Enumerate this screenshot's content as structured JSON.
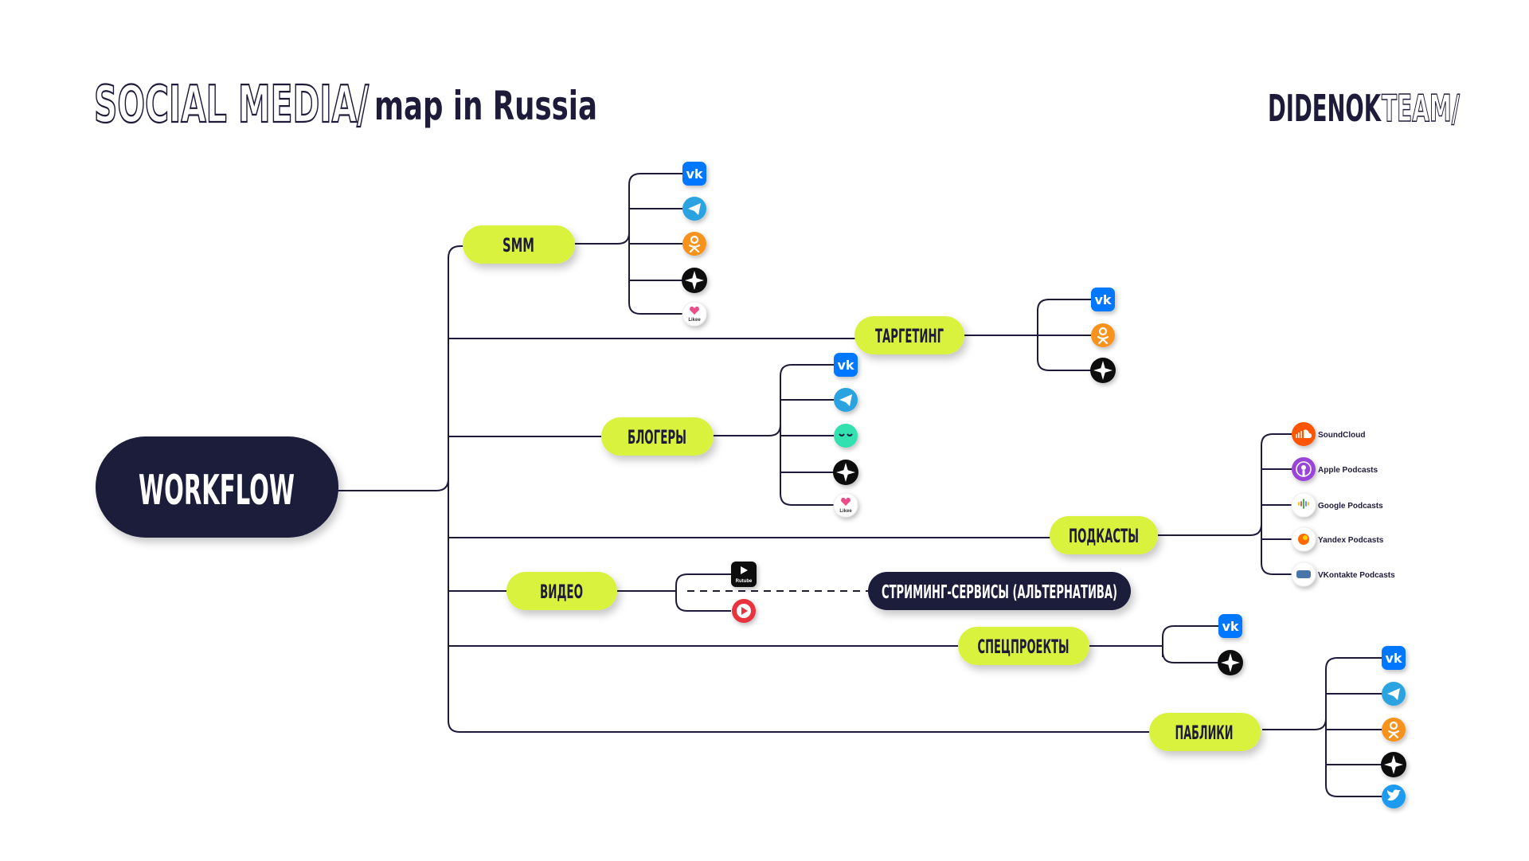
{
  "header": {
    "title_outline": "SOCIAL MEDIA/",
    "title_solid": "map in Russia",
    "logo_solid": "DIDENOK",
    "logo_outline": "TEAM/"
  },
  "colors": {
    "accent": "#d9f23c",
    "dark": "#1e1b3a",
    "line": "#1e1b3a"
  },
  "root": {
    "label": "WORKFLOW"
  },
  "branches": [
    {
      "label": "SMM",
      "channels": [
        "vk-icon",
        "telegram-icon",
        "odnoklassniki-icon",
        "zen-icon",
        "likee-icon"
      ]
    },
    {
      "label": "ТАРГЕТИНГ",
      "channels": [
        "vk-icon",
        "odnoklassniki-icon",
        "zen-icon"
      ]
    },
    {
      "label": "БЛОГЕРЫ",
      "channels": [
        "vk-icon",
        "telegram-icon",
        "tenchat-icon",
        "zen-icon",
        "likee-icon"
      ]
    },
    {
      "label": "ПОДКАСТЫ",
      "channels": [
        "soundcloud-icon",
        "apple-podcasts-icon",
        "google-podcasts-icon",
        "yandex-podcasts-icon",
        "vk-podcasts-icon"
      ],
      "channel_labels": [
        "SoundCloud",
        "Apple Podcasts",
        "Google Podcasts",
        "Yandex Podcasts",
        "VKontakte Podcasts"
      ]
    },
    {
      "label": "ВИДЕО",
      "channels": [
        "rutube-icon",
        "vk-video-icon"
      ],
      "icon_labels": [
        "Rutube"
      ],
      "alt_label": "СТРИМИНГ-СЕРВИСЫ (АЛЬТЕРНАТИВА)"
    },
    {
      "label": "СПЕЦПРОЕКТЫ",
      "channels": [
        "vk-icon",
        "zen-icon"
      ]
    },
    {
      "label": "ПАБЛИКИ",
      "channels": [
        "vk-icon",
        "telegram-icon",
        "odnoklassniki-icon",
        "zen-icon",
        "twitter-icon"
      ]
    }
  ],
  "likee_text": "Likee"
}
